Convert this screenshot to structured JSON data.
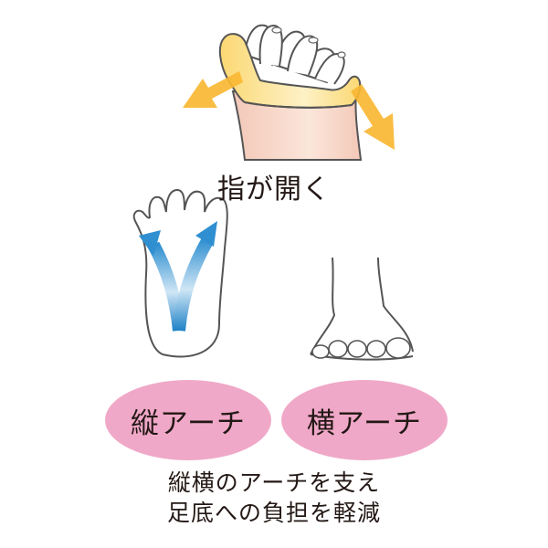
{
  "figure": {
    "top_caption": "指が開く",
    "ovals": [
      {
        "label": "縦アーチ",
        "color": "#f0a8c8"
      },
      {
        "label": "横アーチ",
        "color": "#f0a8c8"
      }
    ],
    "bottom_caption": {
      "line1": "縦横のアーチを支え",
      "line2": "足底への負担を軽減"
    },
    "colors": {
      "spread_arrow": "#f8b733",
      "arch_arrow": "#2f8fd0",
      "skin": "#f6d3c0",
      "sock_yellow": "#fde58a",
      "outline": "#555555"
    },
    "illustrations": [
      {
        "name": "foot-toes-spreading",
        "arrows": 2
      },
      {
        "name": "foot-sole-longitudinal-arch",
        "arrows": 2
      },
      {
        "name": "foot-front-transverse-arch",
        "toes": 5
      }
    ]
  }
}
